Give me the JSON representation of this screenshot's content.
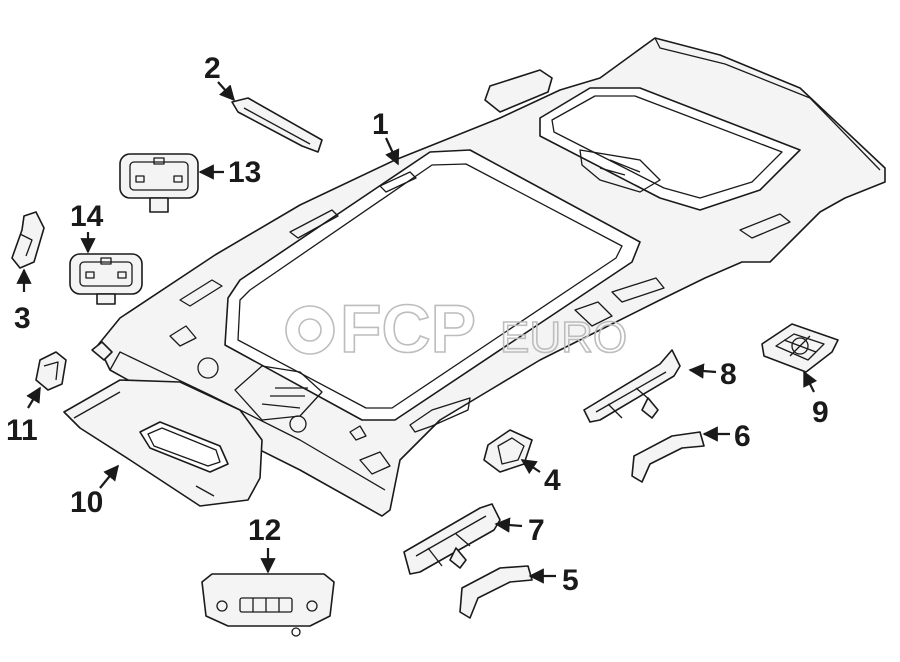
{
  "watermark": {
    "brand": "FCP",
    "suffix": "EURO"
  },
  "callouts": [
    {
      "id": "1",
      "label": "1"
    },
    {
      "id": "2",
      "label": "2"
    },
    {
      "id": "3",
      "label": "3"
    },
    {
      "id": "4",
      "label": "4"
    },
    {
      "id": "5",
      "label": "5"
    },
    {
      "id": "6",
      "label": "6"
    },
    {
      "id": "7",
      "label": "7"
    },
    {
      "id": "8",
      "label": "8"
    },
    {
      "id": "9",
      "label": "9"
    },
    {
      "id": "10",
      "label": "10"
    },
    {
      "id": "11",
      "label": "11"
    },
    {
      "id": "12",
      "label": "12"
    },
    {
      "id": "13",
      "label": "13"
    },
    {
      "id": "14",
      "label": "14"
    }
  ]
}
